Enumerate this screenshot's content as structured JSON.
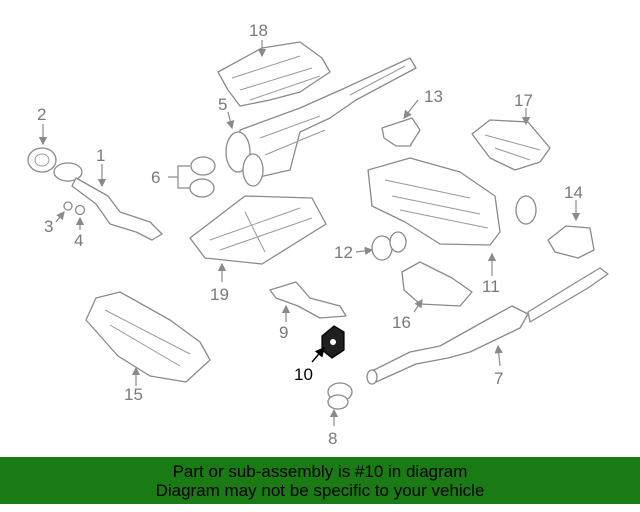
{
  "diagram": {
    "callouts": [
      "1",
      "2",
      "3",
      "4",
      "5",
      "6",
      "7",
      "8",
      "9",
      "10",
      "11",
      "12",
      "13",
      "14",
      "15",
      "16",
      "17",
      "18",
      "19"
    ],
    "highlighted_callout": "10",
    "colors": {
      "line": "#8a8a8a",
      "label": "#7a7a7a",
      "highlight": "#000000",
      "banner": "#1a7a14"
    }
  },
  "banner": {
    "line1": "Part or sub-assembly is #10 in diagram",
    "line2": "Diagram may not be specific to your vehicle"
  }
}
